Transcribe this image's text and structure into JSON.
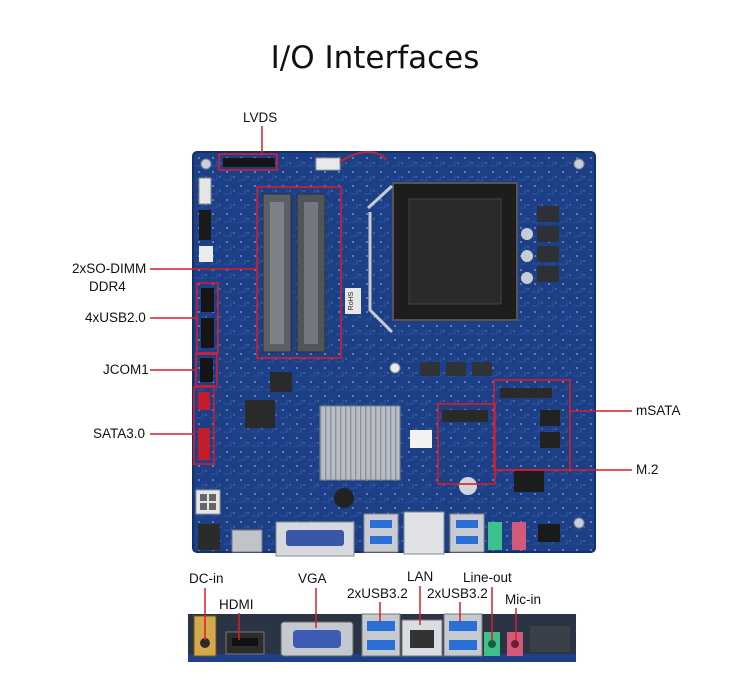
{
  "title": "I/O Interfaces",
  "board_labels": {
    "lvds": "LVDS",
    "so_dimm_line1": "2xSO-DIMM",
    "so_dimm_line2": "DDR4",
    "usb20": "4xUSB2.0",
    "jcom1": "JCOM1",
    "sata30": "SATA3.0",
    "msata": "mSATA",
    "m2": "M.2"
  },
  "rear_labels": {
    "dc_in": "DC-in",
    "hdmi": "HDMI",
    "vga": "VGA",
    "usb32_left": "2xUSB3.2",
    "lan": "LAN",
    "usb32_right": "2xUSB3.2",
    "line_out": "Line-out",
    "mic_in": "Mic-in"
  },
  "chip_text": "RoHS",
  "colors": {
    "pcb": "#1c3f86",
    "highlight": "#d81e2c",
    "socket": "#1a1a1a",
    "heatsink": "#b8bcc4",
    "usb_blue": "#2a6fd6",
    "line_out_green": "#3fbf8a",
    "mic_in_pink": "#d35a7a"
  }
}
